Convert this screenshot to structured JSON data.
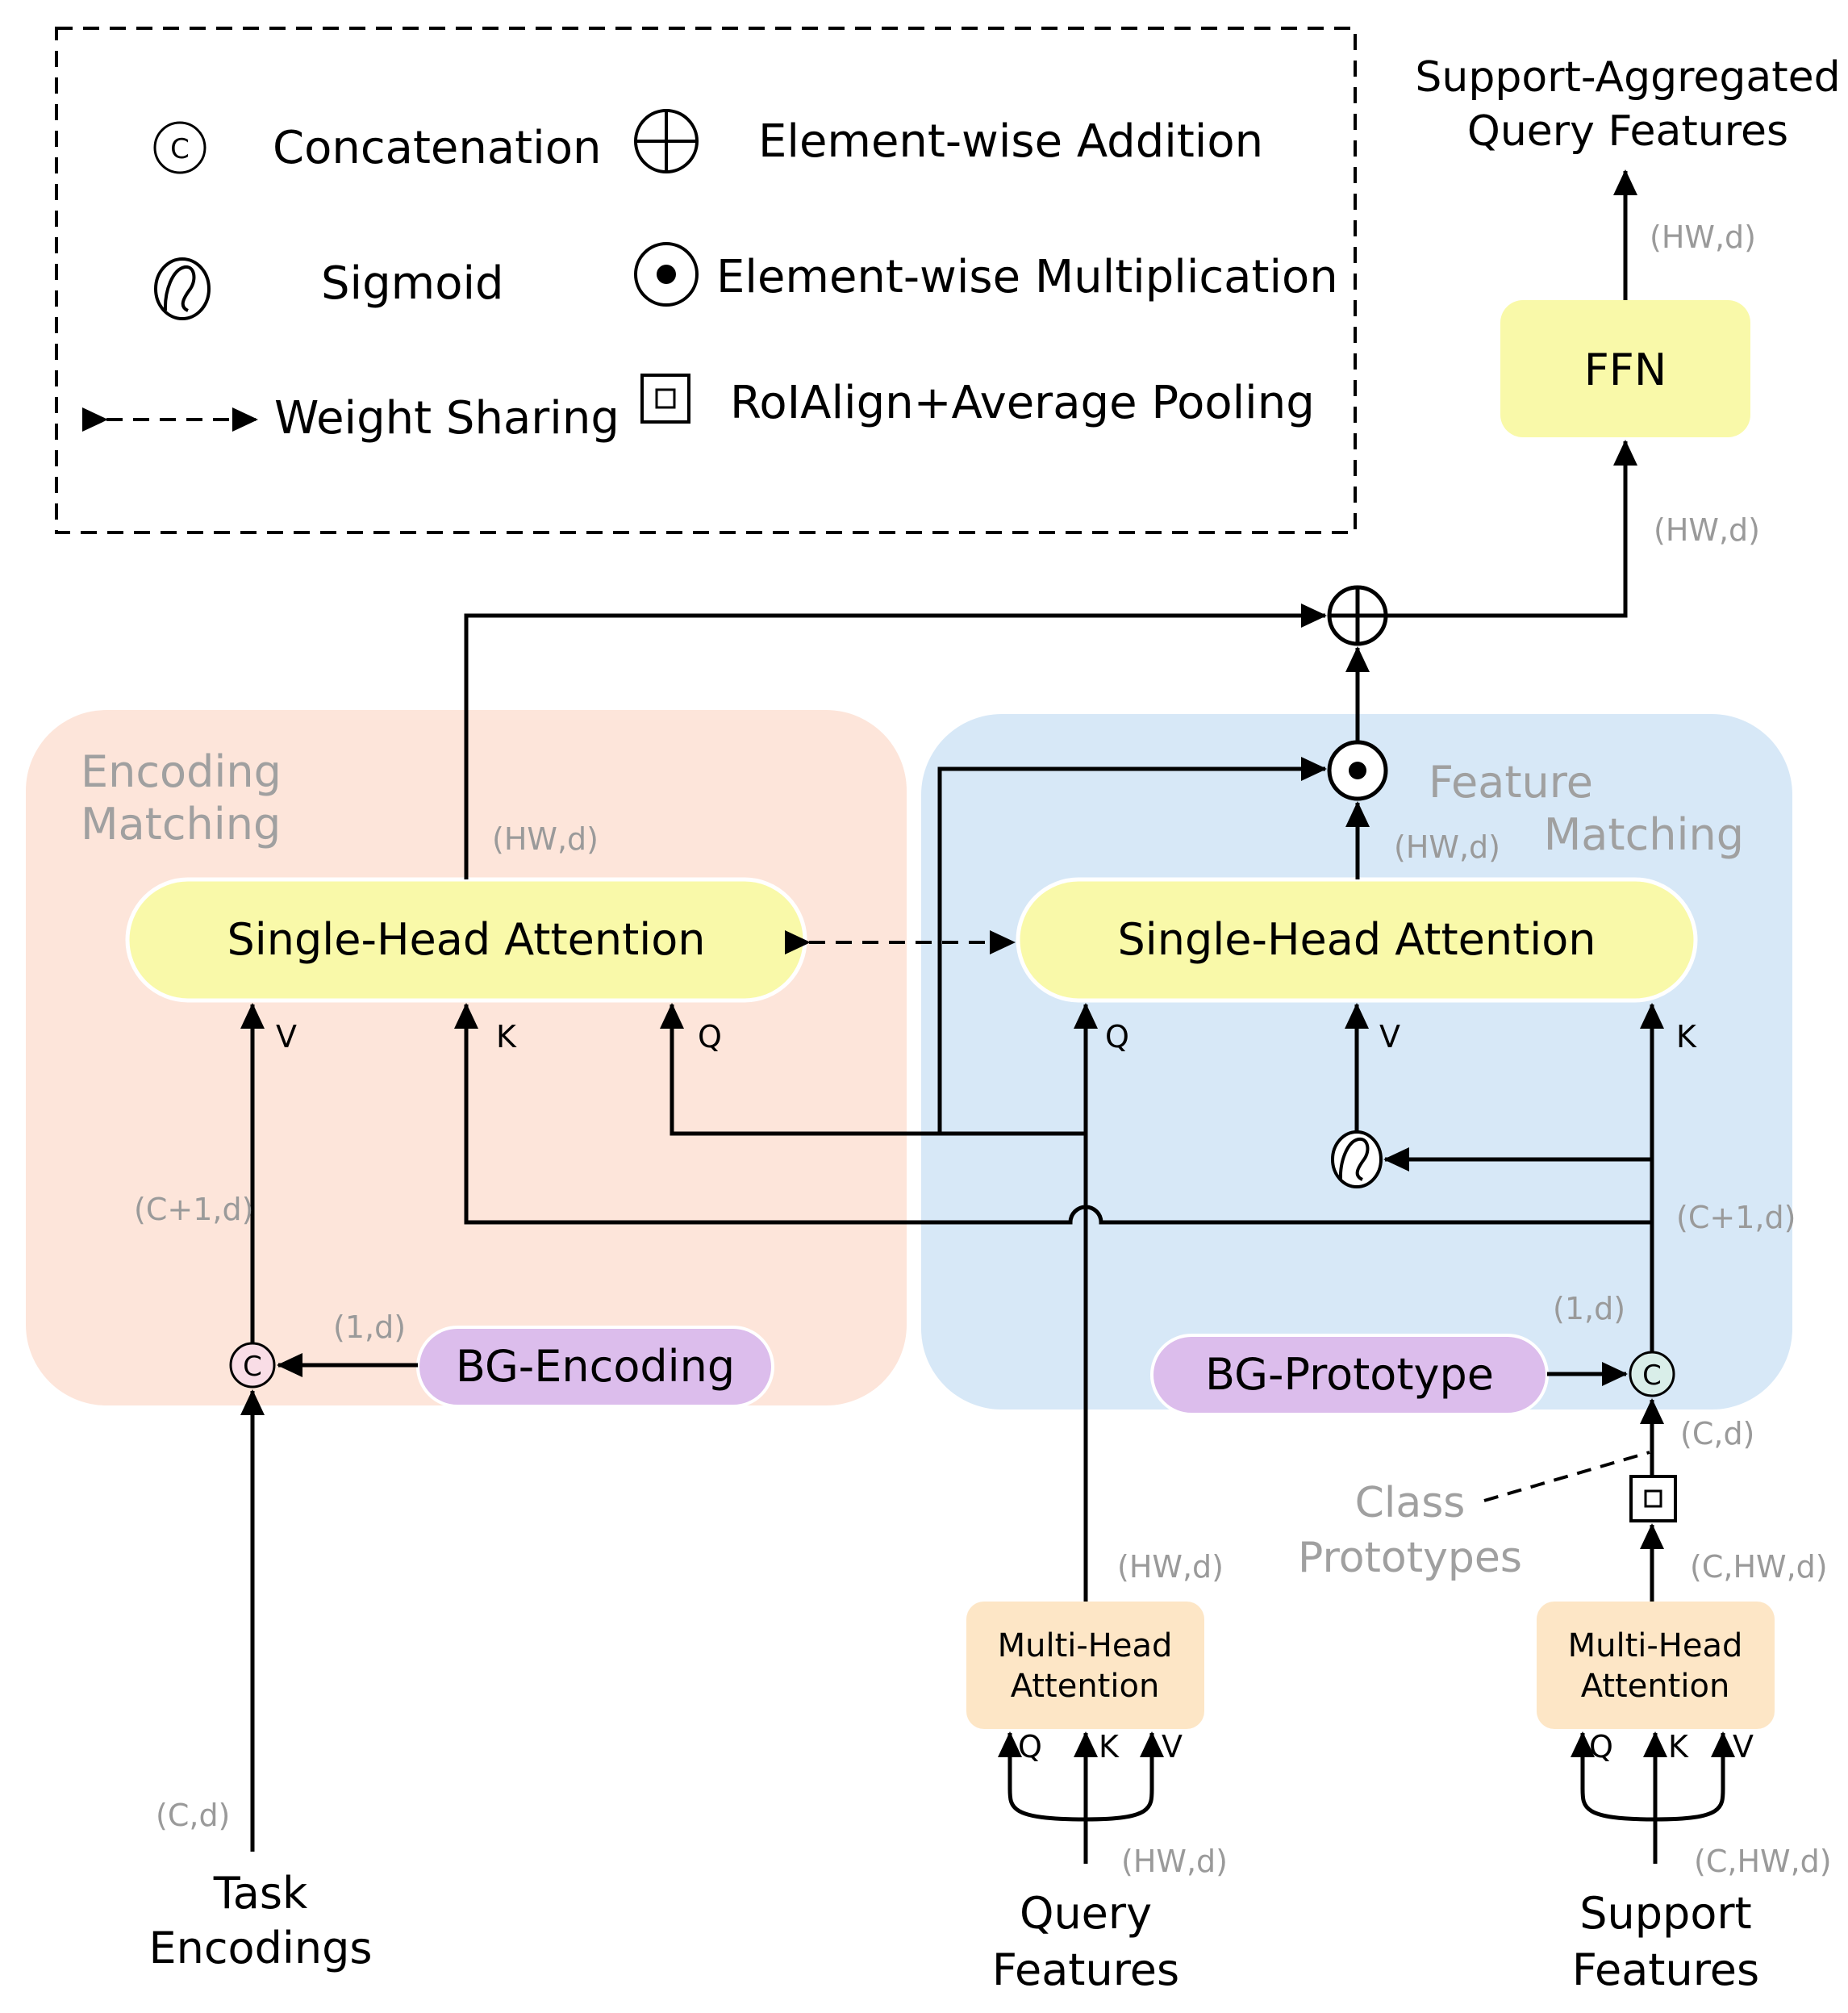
{
  "legend": {
    "concat_symbol": "C",
    "concatenation": "Concatenation",
    "addition": "Element-wise Addition",
    "sigmoid": "Sigmoid",
    "multiplication": "Element-wise Multiplication",
    "weight_sharing": "Weight Sharing",
    "roi_pooling": "RoIAlign+Average Pooling"
  },
  "regions": {
    "encoding_line1": "Encoding",
    "encoding_line2": "Matching",
    "feature_line1": "Feature",
    "feature_line2": "Matching"
  },
  "blocks": {
    "single_head_left": "Single-Head Attention",
    "single_head_right": "Single-Head Attention",
    "bg_encoding": "BG-Encoding",
    "bg_prototype": "BG-Prototype",
    "ffn": "FFN",
    "mha_line1": "Multi-Head",
    "mha_line2": "Attention"
  },
  "io": {
    "output_line1": "Support-Aggregated",
    "output_line2": "Query Features",
    "task_line1": "Task",
    "task_line2": "Encodings",
    "query_line1": "Query",
    "query_line2": "Features",
    "support_line1": "Support",
    "support_line2": "Features",
    "class_line1": "Class",
    "class_line2": "Prototypes"
  },
  "ports": {
    "q": "Q",
    "k": "K",
    "v": "V"
  },
  "dims": {
    "hw_d": "(HW,d)",
    "c1_d": "(C+1,d)",
    "one_d": "(1,d)",
    "c_d": "(C,d)",
    "c_hw_d": "(C,HW,d)"
  },
  "colors": {
    "encoding_bg": "#fde5da",
    "feature_bg": "#d7e8f7",
    "attention_fill": "#f9f9a9",
    "bg_block_fill": "#dcbdec",
    "mha_fill": "#fde6c6",
    "concat_left_fill": "#f9dde6",
    "concat_right_fill": "#d9eee9"
  }
}
